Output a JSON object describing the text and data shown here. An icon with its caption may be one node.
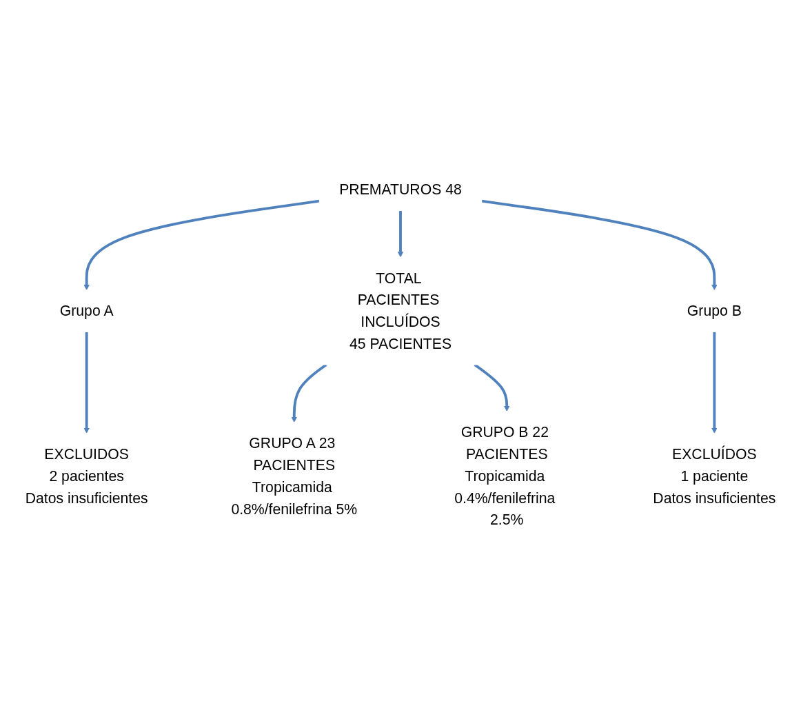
{
  "diagram": {
    "nodes": [
      {
        "text": [
          "PREMATUROS 48"
        ]
      },
      {
        "text": [
          "Grupo A"
        ]
      },
      {
        "text": [
          "Grupo B"
        ]
      },
      {
        "text": [
          "EXCLUIDOS",
          "2 pacientes",
          "Datos insuficientes"
        ]
      },
      {
        "text": [
          "EXCLUÍDOS",
          "1 paciente",
          "Datos insuficientes"
        ]
      },
      {
        "text": [
          "TOTAL PACIENTES INCLUÍDOS",
          "45 PACIENTES"
        ]
      },
      {
        "text": [
          "GRUPO A 23 PACIENTES",
          "Tropicamida 0.8%/fenilefrina 5%"
        ]
      },
      {
        "text": [
          "GRUPO B 22 PACIENTES",
          "Tropicamida 0.4%/fenilefrina 2.5%"
        ]
      }
    ],
    "edges": [
      {
        "from": 0,
        "to": 1,
        "arrow": "to"
      },
      {
        "from": 0,
        "to": 5,
        "arrow": "to"
      },
      {
        "from": 0,
        "to": 2,
        "arrow": "to"
      },
      {
        "from": 1,
        "to": 3,
        "arrow": "to"
      },
      {
        "from": 2,
        "to": 4,
        "arrow": "to"
      },
      {
        "from": 5,
        "to": 6,
        "arrow": "to"
      },
      {
        "from": 5,
        "to": 7,
        "arrow": "to"
      }
    ]
  }
}
